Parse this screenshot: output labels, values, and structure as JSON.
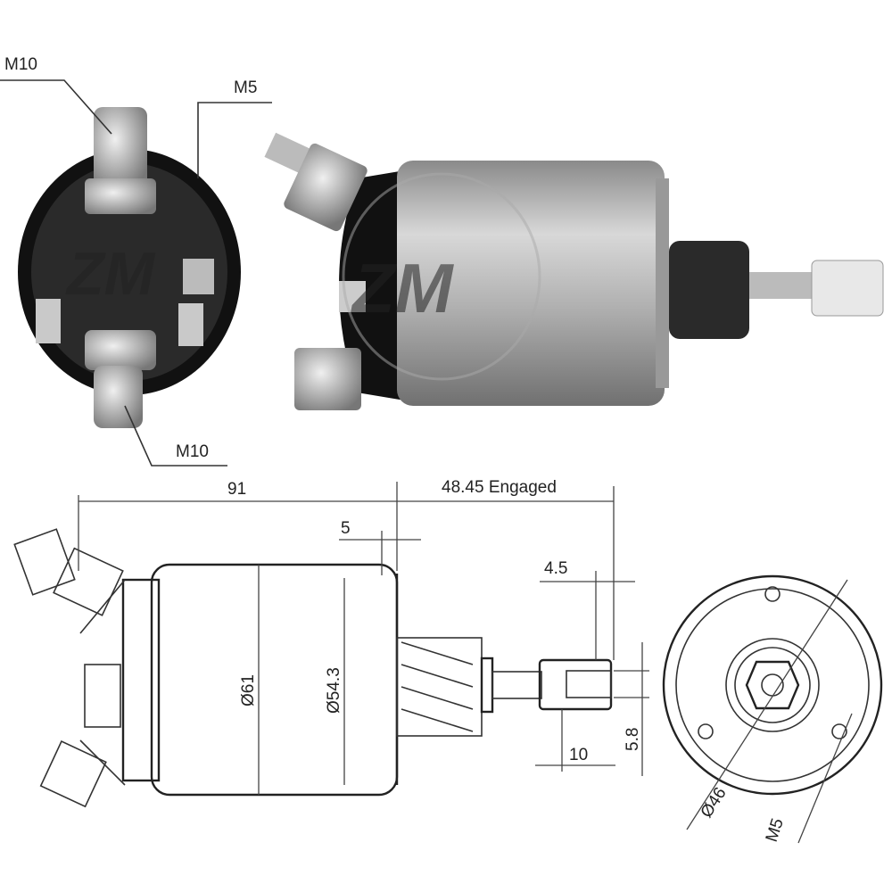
{
  "watermark": {
    "logo_text": "ZM"
  },
  "photo_labels": {
    "top_terminal": "M10",
    "control_terminal": "M5",
    "bottom_terminal": "M10"
  },
  "dimensions": {
    "body_length": "91",
    "plunger_travel": "48.45 Engaged",
    "flange": "5",
    "fork_offset": "4.5",
    "body_diameter": "Ø61",
    "inner_diameter": "Ø54.3",
    "fork_length": "10",
    "fork_slot": "5.8",
    "bolt_circle": "Ø46",
    "mount_thread": "M5"
  },
  "colors": {
    "line": "#222222",
    "metal": "#b8b8b8",
    "dark": "#1a1a1a"
  }
}
